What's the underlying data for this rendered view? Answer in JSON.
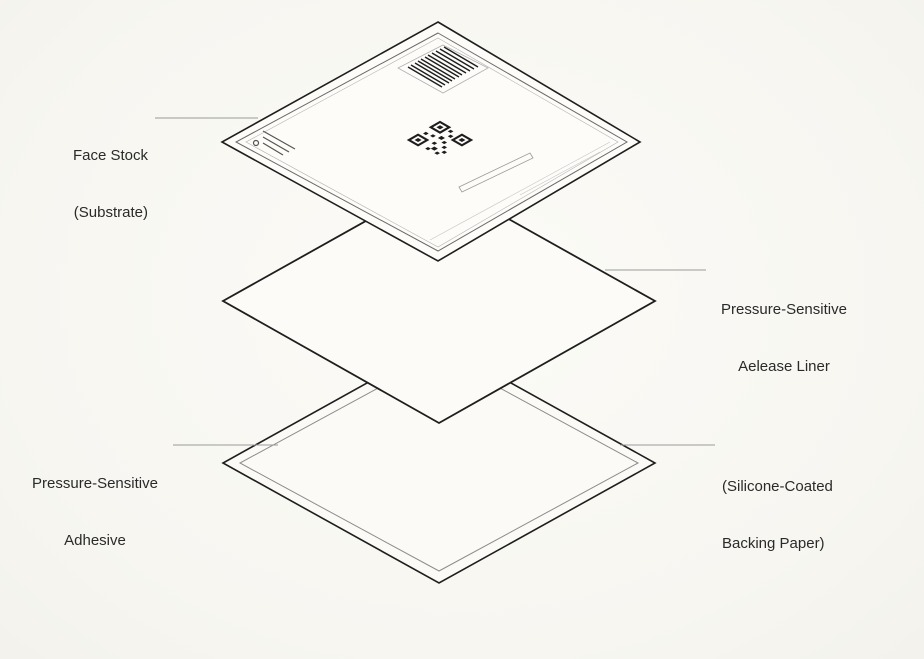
{
  "labels": {
    "face_stock": {
      "line1": "Face Stock",
      "line2": "(Substrate)"
    },
    "release_liner": {
      "line1": "Pressure-Sensitive",
      "line2": "Aelease Liner"
    },
    "adhesive": {
      "line1": "Pressure-Sensitive",
      "line2": "Adhesive"
    },
    "backing": {
      "line1": "(Silicone-Coated",
      "line2": "Backing Paper)"
    }
  },
  "colors": {
    "outline": "#1e1e1e",
    "leader": "#9a9a9a",
    "background": "#faf9f4"
  }
}
